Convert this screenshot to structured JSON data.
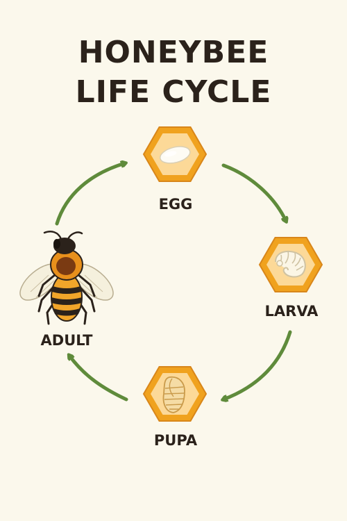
{
  "title": {
    "line1": "HONEYBEE",
    "line2": "LIFE CYCLE"
  },
  "stages": [
    {
      "label": "EGG",
      "icon": "egg-icon"
    },
    {
      "label": "LARVA",
      "icon": "larva-icon"
    },
    {
      "label": "PUPA",
      "icon": "pupa-icon"
    },
    {
      "label": "ADULT",
      "icon": "bee-icon"
    }
  ],
  "colors": {
    "background": "#fbf8ec",
    "hexagon_outer": "#f0a21e",
    "hexagon_inner": "#fcd998",
    "arrow": "#5f8b3b",
    "text": "#2b221b"
  }
}
